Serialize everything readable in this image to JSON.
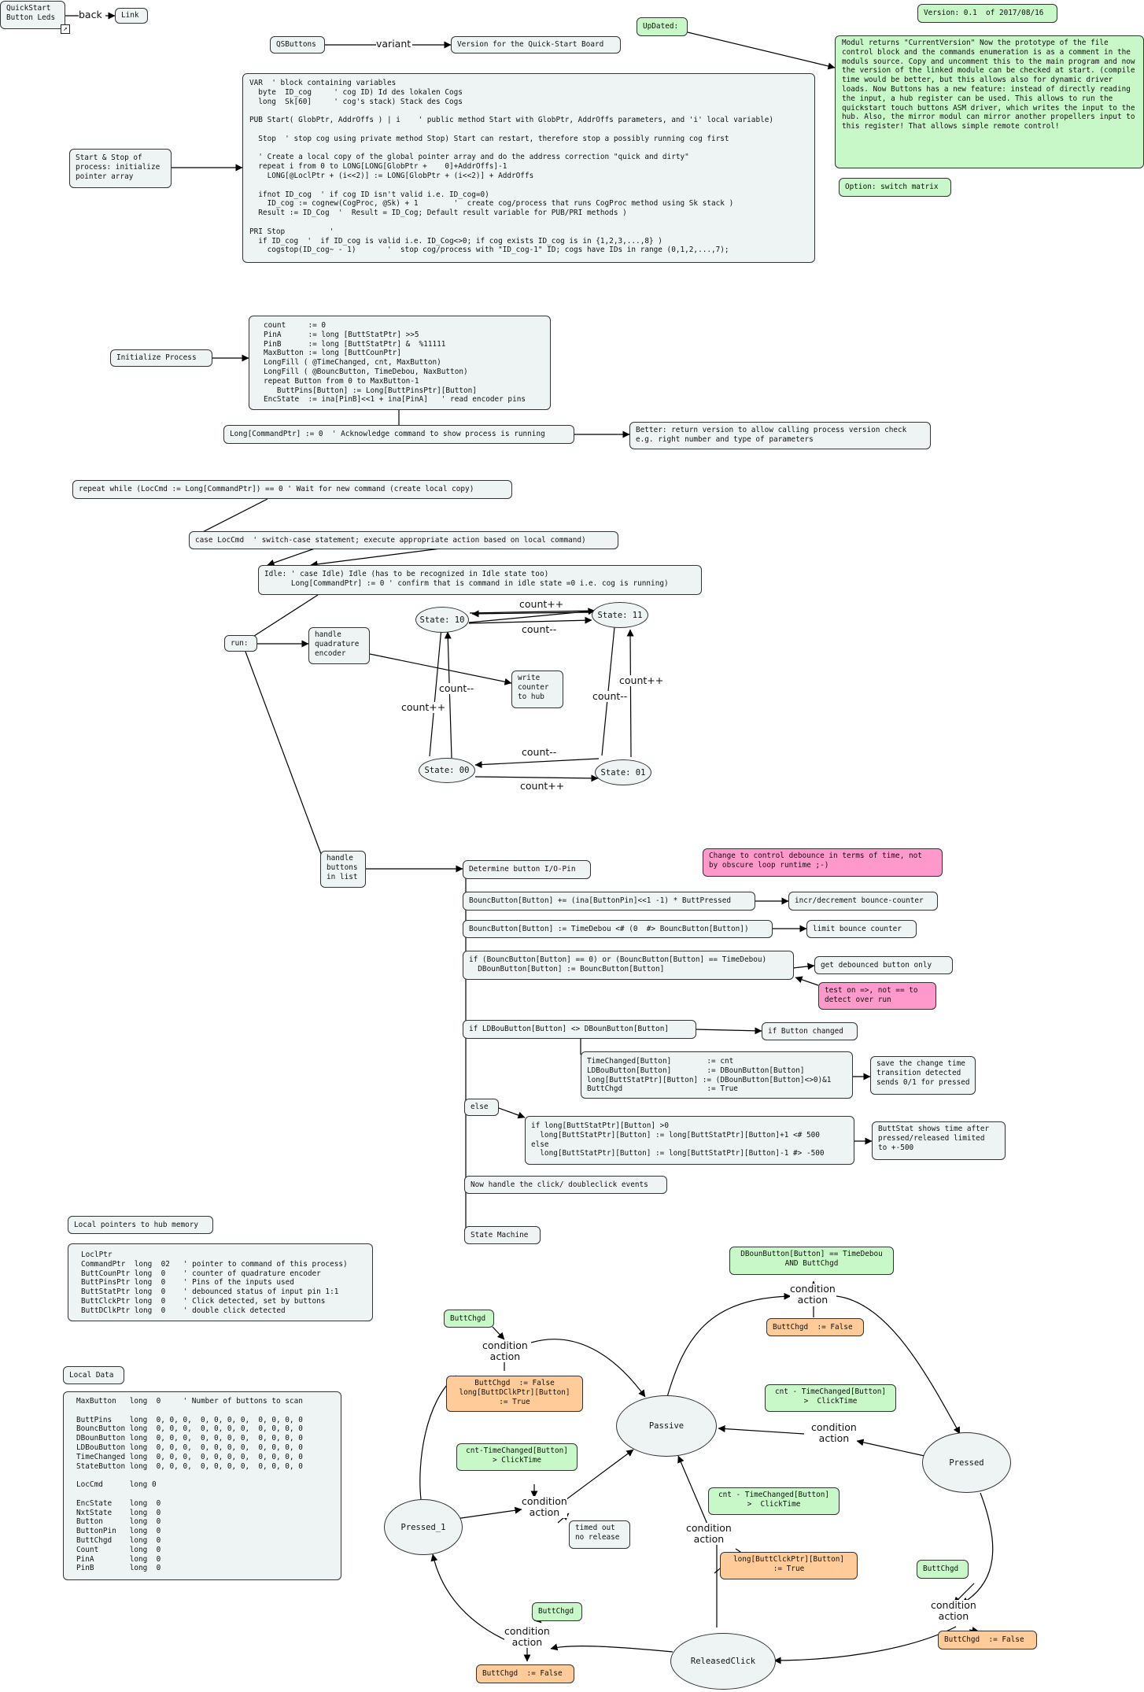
{
  "top": {
    "quickstart": "QuickStart\nButton Leds",
    "back": "back",
    "link": "Link",
    "link_icon": "shortcut-arrow-icon",
    "version": "Version: 0.1  of 2017/08/16",
    "updated": "UpDated:",
    "qsbuttons": "QSButtons",
    "variant": "variant",
    "version_desc": "Version for the Quick-Start Board",
    "modul_note": "Modul returns \"CurrentVersion\" Now the prototype of the file control block and the commands enumeration is as a comment in the moduls source. Copy and uncomment this to the main program and now the version of the linked module can be checked at start. (compile time would be better, but this allows also for dynamic driver loads.\n\nNow Buttons has a new feature: instead of directly reading the input, a hub register can be used. This allows to run the quickstart touch buttons ASM driver, which writes the input to the hub.\nAlso, the mirror modul can mirror another propellers input to this register! That allows simple remote control!",
    "option": "Option: switch matrix"
  },
  "start": {
    "label": "Start & Stop of\nprocess: initialize\npointer array",
    "code": "VAR  ' block containing variables\n  byte  ID_cog     ' cog ID) Id des lokalen Cogs\n  long  Sk[60]     ' cog's stack) Stack des Cogs\n\nPUB Start( GlobPtr, AddrOffs ) | i    ' public method Start with GlobPtr, AddrOffs parameters, and 'i' local variable)\n\n  Stop  ' stop cog using private method Stop) Start can restart, therefore stop a possibly running cog first\n\n  ' Create a local copy of the global pointer array and do the address correction \"quick and dirty\"\n  repeat i from 0 to LONG[LONG[GlobPtr +    0]+AddrOffs]-1\n    LONG[@LoclPtr + (i<<2)] := LONG[GlobPtr + (i<<2)] + AddrOffs\n\n  ifnot ID_cog  ' if cog ID isn't valid i.e. ID_cog=0)\n    ID_cog := cognew(CogProc, @Sk) + 1        '  create cog/process that runs CogProc method using Sk stack )\n  Result := ID_Cog  '  Result = ID_Cog; Default result variable for PUB/PRI methods )\n\nPRI Stop          '\n  if ID_cog  '  if ID_cog is valid i.e. ID_Cog<>0; if cog exists ID_cog is in {1,2,3,...,8} )\n    cogstop(ID_cog~ - 1)       '  stop cog/process with \"ID_cog-1\" ID; cogs have IDs in range (0,1,2,...,7);"
  },
  "init": {
    "label": "Initialize Process",
    "code": "count     := 0\nPinA      := long [ButtStatPtr] >>5\nPinB      := long [ButtStatPtr] &  %11111\nMaxButton := long [ButtCounPtr]\nLongFill ( @TimeChanged, cnt, MaxButton)\nLongFill ( @BouncButton, TimeDebou, NaxButton)\nrepeat Button from 0 to MaxButton-1\n   ButtPins[Button] := Long[ButtPinsPtr][Button]\nEncState  := ina[PinB]<<1 + ina[PinA]   ' read encoder pins",
    "ack": "Long[CommandPtr] := 0  ' Acknowledge command to show process is running",
    "better": "Better: return version to allow calling process version check\ne.g. right number and type of parameters"
  },
  "loop": {
    "repeat": "repeat while (LocCmd := Long[CommandPtr]) == 0 ' Wait for new command (create local copy)",
    "case": "case LocCmd  ' switch-case statement; execute appropriate action based on local command)",
    "idle": "Idle: ' case Idle) Idle (has to be recognized in Idle state too)\n      Long[CommandPtr] := 0 ' confirm that is command in idle state =0 i.e. cog is running)",
    "run": "run:",
    "quad": "handle\nquadrature\nencoder",
    "write": "write\ncounter\nto hub"
  },
  "encoder": {
    "s10": "State: 10",
    "s11": "State: 11",
    "s00": "State: 00",
    "s01": "State: 01",
    "top_plus": "count++",
    "top_minus": "count--",
    "left_minus": "count--",
    "left_plus": "count++",
    "right_plus": "count++",
    "right_minus": "count--",
    "bot_minus": "count--",
    "bot_plus": "count++"
  },
  "buttons": {
    "handle": "handle\nbuttons\nin list",
    "determine": "Determine button I/O-Pin",
    "change_note": "Change to control debounce in terms of time, not\nby obscure loop runtime ;-)",
    "bounce1": "BouncButton[Button] += (ina[ButtonPin]<<1 -1) * ButtPressed",
    "bounce1_note": "incr/decrement bounce-counter",
    "bounce2": "BouncButton[Button] := TimeDebou <# (0  #> BouncButton[Button])",
    "bounce2_note": "limit bounce counter",
    "deb": "if (BouncButton[Button] == 0) or (BouncButton[Button] == TimeDebou)\n  DBounButton[Button] := BouncButton[Button]",
    "deb_note": "get debounced button only",
    "test_note": "test on =>, not == to\ndetect over run",
    "ifchg": "if LDBouButton[Button] <> DBounButton[Button]",
    "ifchg_note": "if Button changed",
    "tc": "TimeChanged[Button]        := cnt\nLDBouButton[Button]        := DBounButton[Button]\nlong[ButtStatPtr][Button] := (DBounButton[Button]<>0)&1\nButtChgd                   := True",
    "tc_note": "save the change time\ntransition detected\nsends 0/1 for pressed",
    "else": "else",
    "lim": "if long[ButtStatPtr][Button] >0\n  long[ButtStatPtr][Button] := long[ButtStatPtr][Button]+1 <# 500\nelse\n  long[ButtStatPtr][Button] := long[ButtStatPtr][Button]-1 #> -500",
    "lim_note": "ButtStat shows time after\npressed/released limited\nto +-500",
    "click": "Now handle the click/ doubleclick events",
    "sm": "State Machine"
  },
  "pointers": {
    "title": "Local pointers to hub memory",
    "code": "LoclPtr\nCommandPtr  long  02   ' pointer to command of this process)\nButtCounPtr long  0    ' counter of quadrature encoder\nButtPinsPtr long  0    ' Pins of the inputs used\nButtStatPtr long  0    ' debounced status of input pin 1:1\nButtClckPtr long  0    ' Click detected, set by buttons\nButtDClkPtr long  0    ' double click detected"
  },
  "localdata": {
    "title": "Local Data",
    "code": "MaxButton   long  0     ' Number of buttons to scan\n\nButtPins    long  0, 0, 0,  0, 0, 0, 0,  0, 0, 0, 0\nBouncButton long  0, 0, 0,  0, 0, 0, 0,  0, 0, 0, 0\nDBounButton long  0, 0, 0,  0, 0, 0, 0,  0, 0, 0, 0\nLDBouButton long  0, 0, 0,  0, 0, 0, 0,  0, 0, 0, 0\nTimeChanged long  0, 0, 0,  0, 0, 0, 0,  0, 0, 0, 0\nStateButton long  0, 0, 0,  0, 0, 0, 0,  0, 0, 0, 0\n\nLocCmd      long 0\n\nEncState    long  0\nNxtState    long  0\nButton      long  0\nButtonPin   long  0\nButtChgd    long  0\nCount       long  0\nPinA        long  0\nPinB        long  0"
  },
  "sm": {
    "passive": "Passive",
    "pressed": "Pressed",
    "pressed1": "Pressed_1",
    "released": "ReleasedClick",
    "cond": "condition\naction",
    "dboun": "DBounButton[Button] == TimeDebou\nAND ButtChgd",
    "bcf_top": "ButtChgd  := False",
    "tc_mid": "cnt - TimeChanged[Button]\n>  ClickTime",
    "buttchgd_tl": "ButtChgd",
    "dclk": "ButtChgd  := False\nlong[ButtDClkPtr][Button]\n:= True",
    "tc_left": "cnt-TimeChanged[Button]\n> ClickTime",
    "timed": "timed out\nno release",
    "tc_low": "cnt - TimeChanged[Button]\n>  ClickTime",
    "clk": "long[ButtClckPtr][Button]\n:= True",
    "buttchgd_r": "ButtChgd",
    "bcf_r": "ButtChgd  := False",
    "buttchgd_b": "ButtChgd",
    "bcf_b": "ButtChgd  := False"
  }
}
